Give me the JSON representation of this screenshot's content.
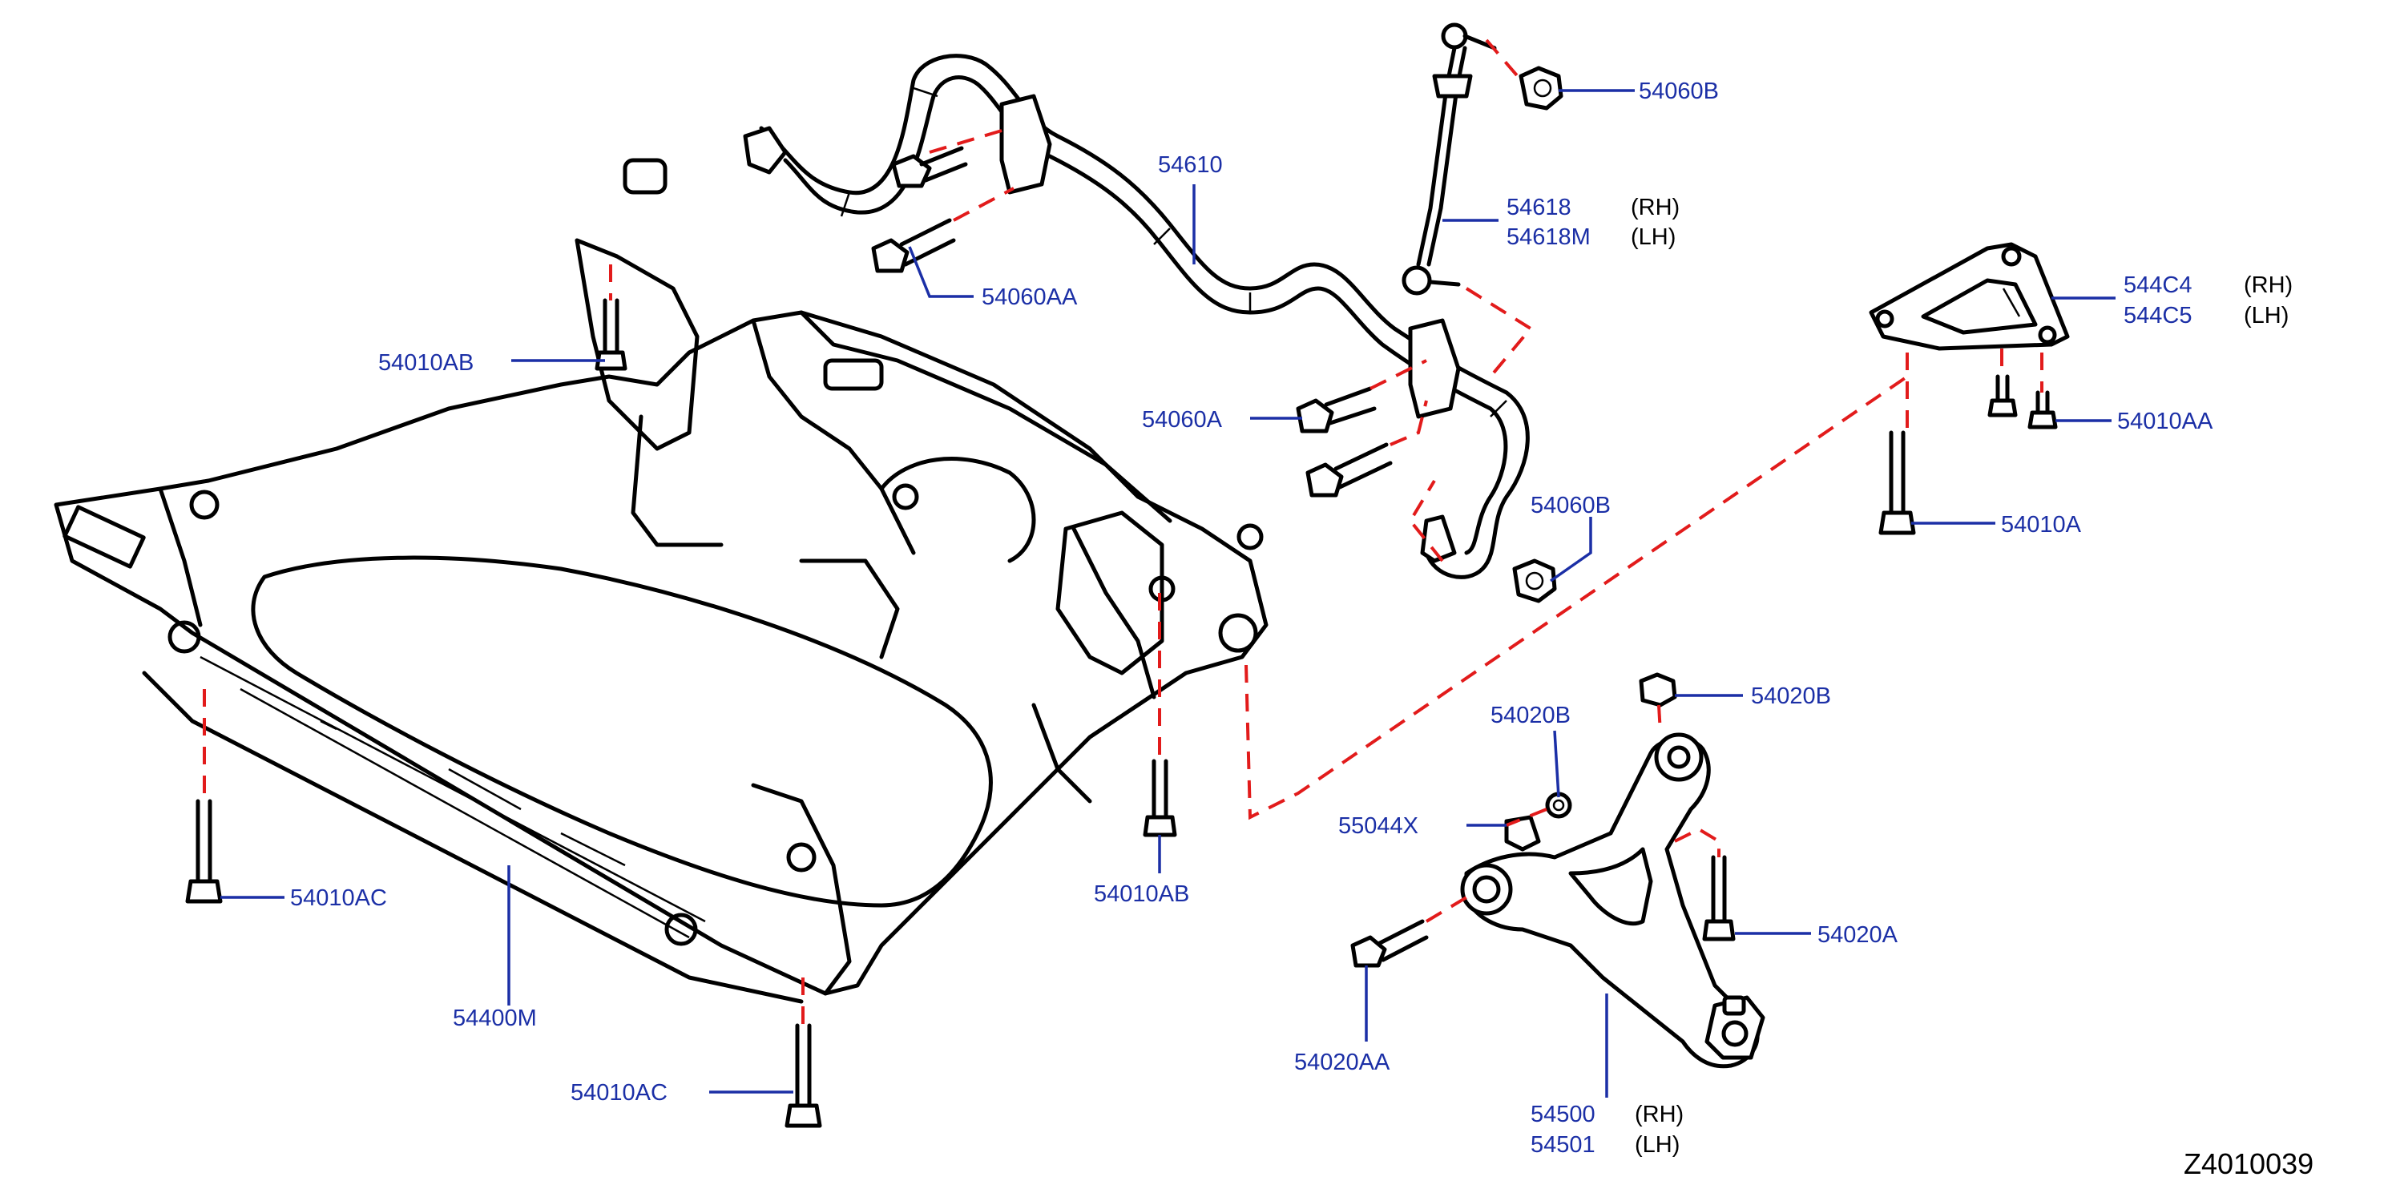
{
  "callouts": [
    {
      "id": "c1",
      "text": "54060B"
    },
    {
      "id": "c2",
      "text": "54610"
    },
    {
      "id": "c3",
      "text": "54618",
      "side": "(RH)"
    },
    {
      "id": "c4",
      "text": "54618M",
      "side": "(LH)"
    },
    {
      "id": "c5",
      "text": "544C4",
      "side": "(RH)"
    },
    {
      "id": "c6",
      "text": "544C5",
      "side": "(LH)"
    },
    {
      "id": "c7",
      "text": "54060AA"
    },
    {
      "id": "c8",
      "text": "54010AB"
    },
    {
      "id": "c9",
      "text": "54060A"
    },
    {
      "id": "c10",
      "text": "54010AA"
    },
    {
      "id": "c11",
      "text": "54060B"
    },
    {
      "id": "c12",
      "text": "54010A"
    },
    {
      "id": "c13",
      "text": "54020B"
    },
    {
      "id": "c14",
      "text": "54020B"
    },
    {
      "id": "c15",
      "text": "55044X"
    },
    {
      "id": "c16",
      "text": "54010AC"
    },
    {
      "id": "c17",
      "text": "54010AB"
    },
    {
      "id": "c18",
      "text": "54020A"
    },
    {
      "id": "c19",
      "text": "54400M"
    },
    {
      "id": "c20",
      "text": "54020AA"
    },
    {
      "id": "c21",
      "text": "54010AC"
    },
    {
      "id": "c22",
      "text": "54500",
      "side": "(RH)"
    },
    {
      "id": "c23",
      "text": "54501",
      "side": "(LH)"
    }
  ],
  "diagram_code": "Z4010039"
}
